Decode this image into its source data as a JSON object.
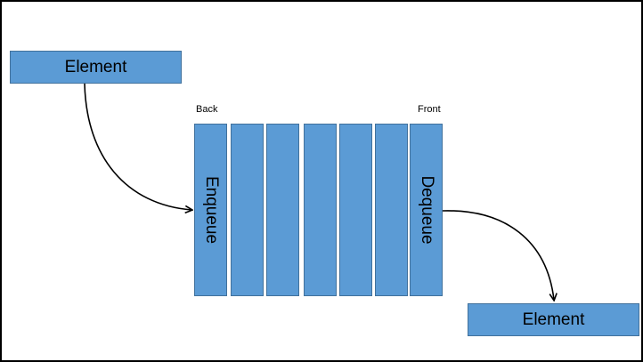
{
  "input_element": {
    "label": "Element"
  },
  "output_element": {
    "label": "Element"
  },
  "queue": {
    "back_label": "Back",
    "front_label": "Front",
    "enqueue_label": "Enqueue",
    "dequeue_label": "Dequeue"
  },
  "colors": {
    "box_fill": "#5b9bd5",
    "box_border": "#41719c",
    "arrow": "#000000"
  }
}
